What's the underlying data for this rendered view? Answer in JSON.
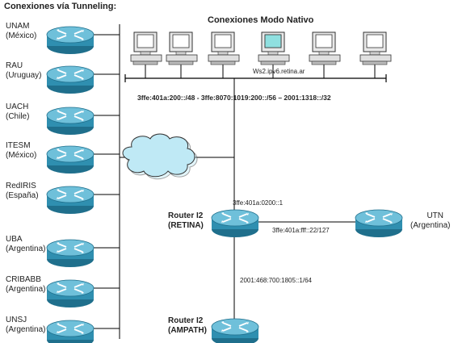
{
  "titles": {
    "tunneling": "Conexiones vía Tunneling:",
    "native": "Conexiones Modo Nativo"
  },
  "tunnel_sites": [
    {
      "line1": "UNAM",
      "line2": "(México)"
    },
    {
      "line1": "RAU",
      "line2": "(Uruguay)"
    },
    {
      "line1": "UACH",
      "line2": "(Chile)"
    },
    {
      "line1": "ITESM",
      "line2": "(México)"
    },
    {
      "line1": "RedIRIS",
      "line2": "(España)"
    },
    {
      "line1": "UBA",
      "line2": "(Argentina)"
    },
    {
      "line1": "CRIBABB",
      "line2": "(Argentina)"
    },
    {
      "line1": "UNSJ",
      "line2": "(Argentina)"
    }
  ],
  "native": {
    "workstation_count": 6,
    "highlighted_index": 3,
    "workstation_label": "Ws2.ipv6.retina.ar",
    "prefix_line": "3ffe:401a:200::/48 - 3ffe:8070:1019:200::/56 – 2001:1318::/32"
  },
  "routers": {
    "retina": {
      "line1": "Router I2",
      "line2": "(RETINA)",
      "address": "3ffe:401a:0200::1"
    },
    "ampath": {
      "line1": "Router I2",
      "line2": "(AMPATH)"
    },
    "utn": {
      "line1": "UTN",
      "line2": "(Argentina)"
    }
  },
  "links": {
    "retina_utn": "3ffe:401a:fff::22/127",
    "retina_ampath": "2001:468:700:1805::1/64"
  },
  "icons": {
    "router": "router-icon",
    "workstation": "workstation-icon",
    "cloud": "internet-cloud-icon"
  },
  "colors": {
    "router_body": "#2f8fb0",
    "router_top": "#6fc0da",
    "cloud": "#bfe9f5",
    "workstation_highlight": "#8fe0e0"
  }
}
